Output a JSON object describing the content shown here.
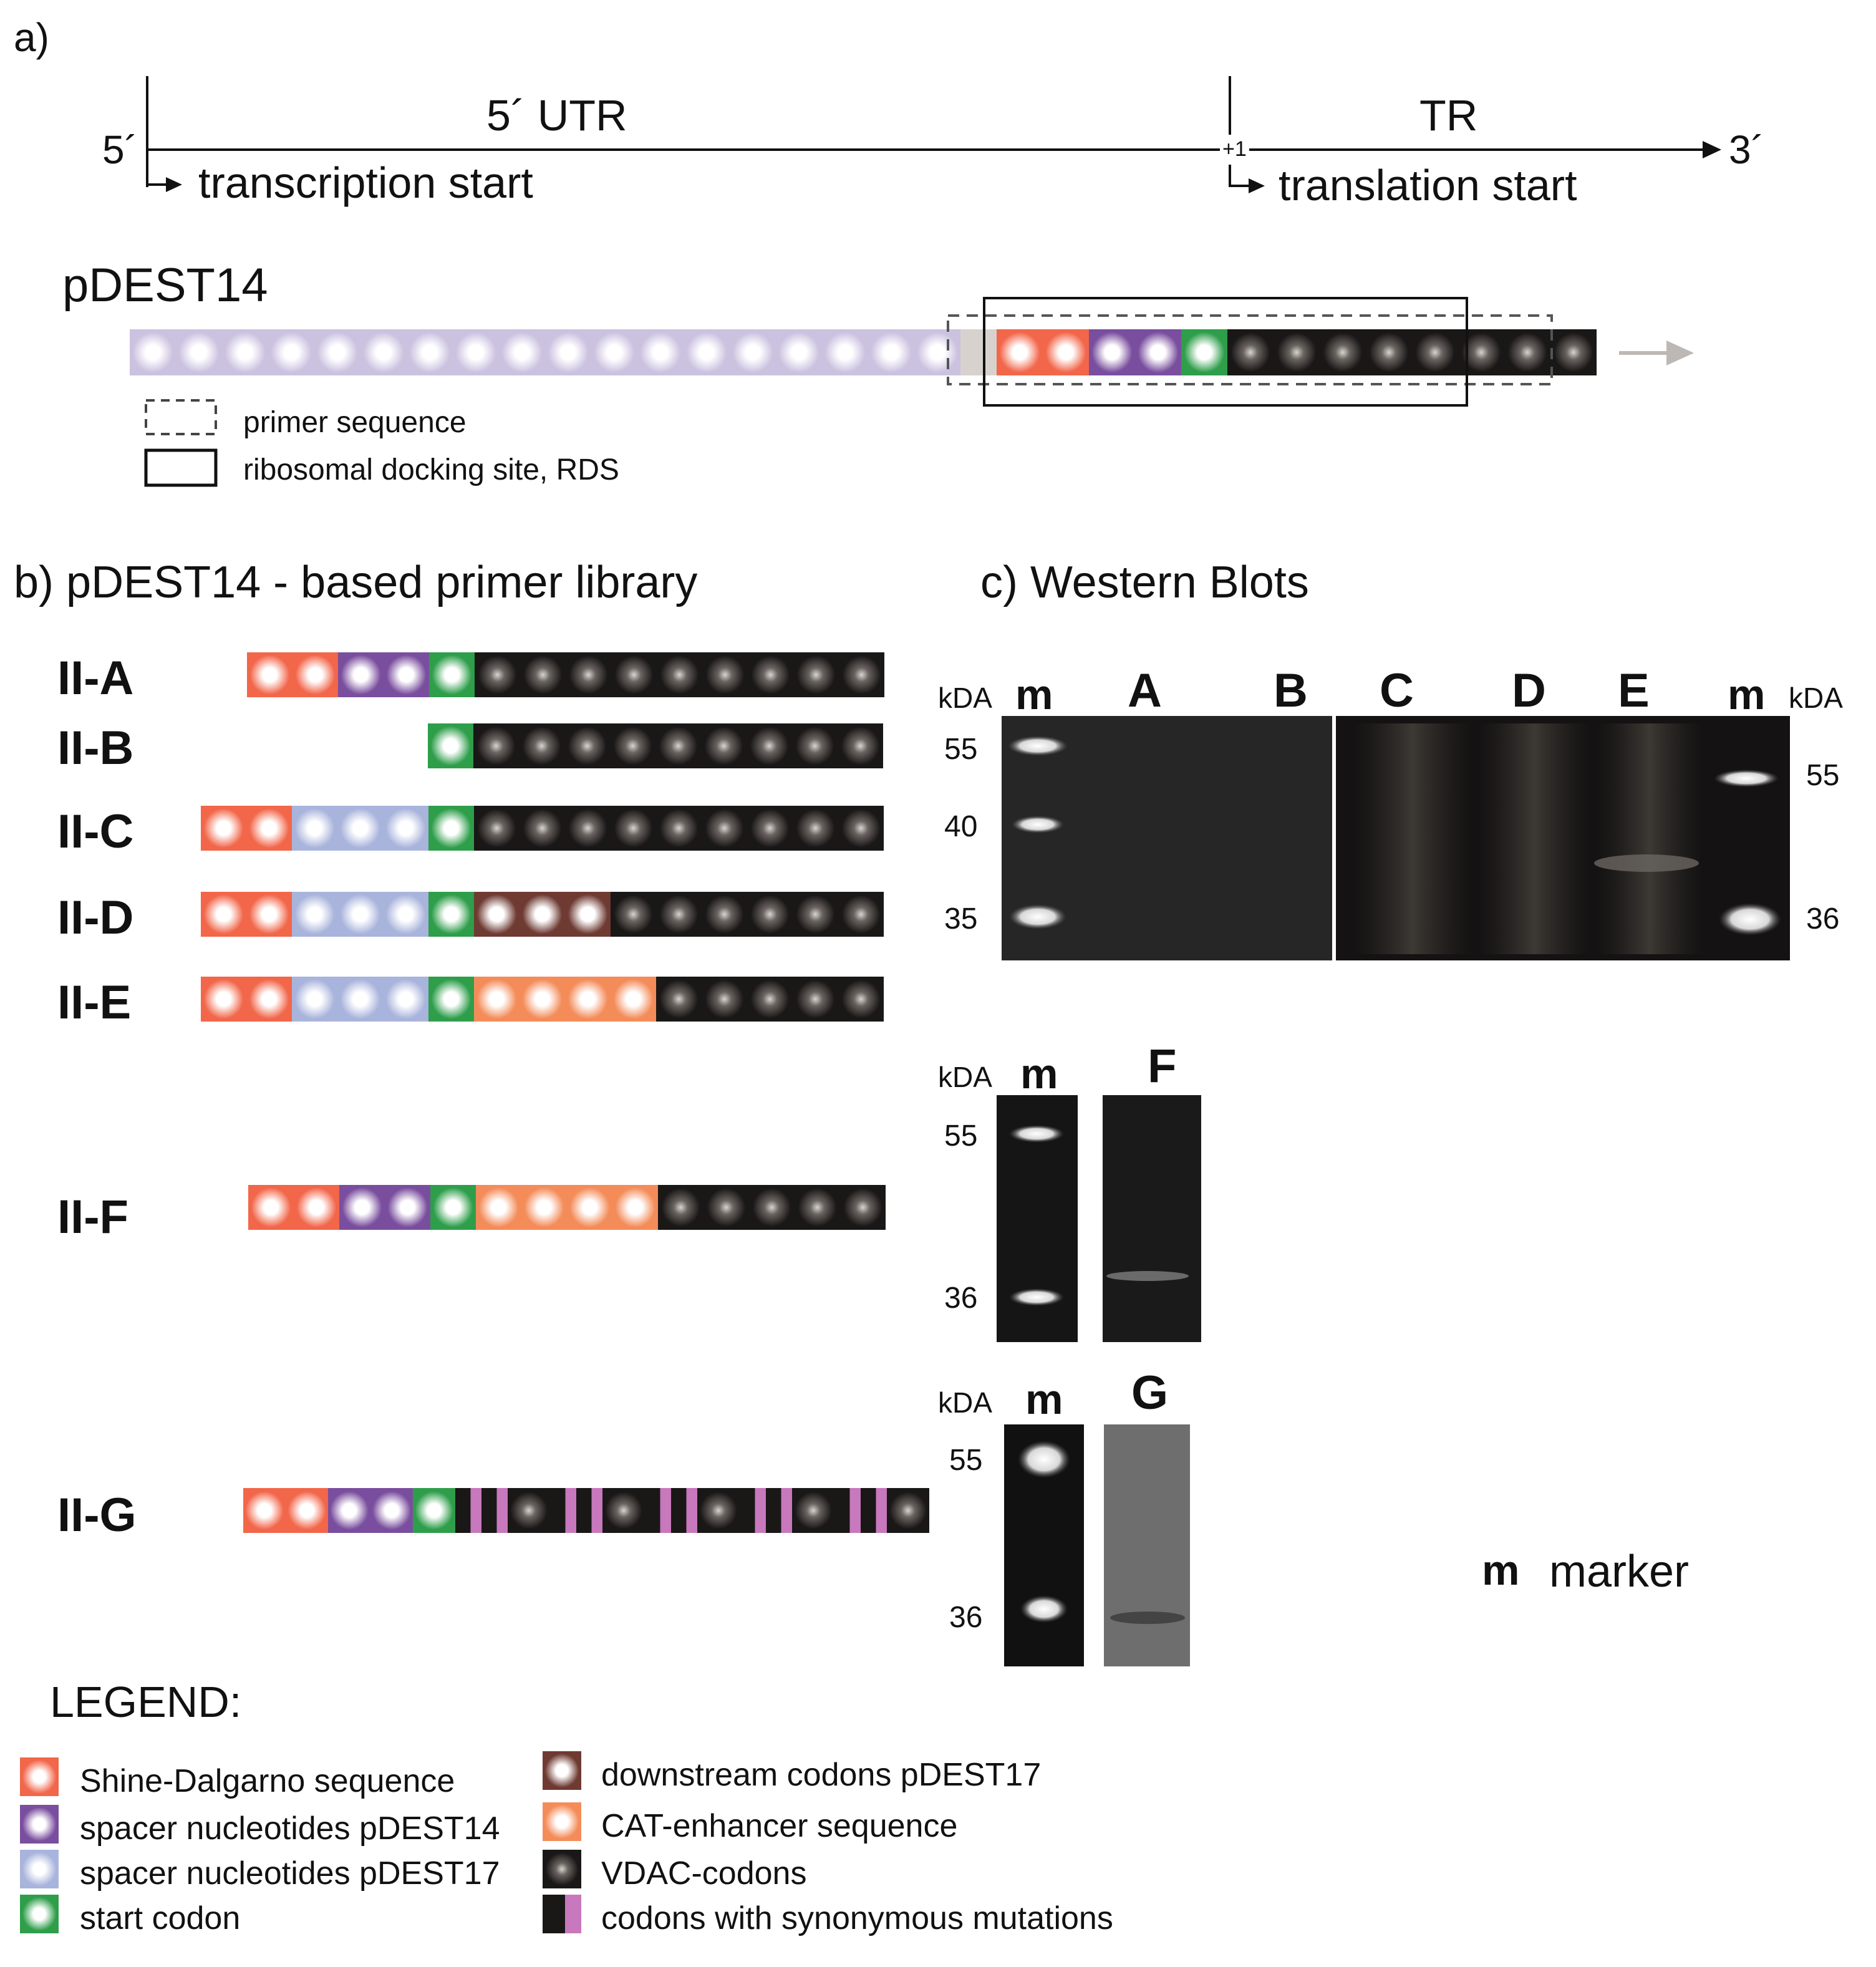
{
  "panel_a": {
    "label": "a)",
    "five_prime": "5´",
    "three_prime": "3´",
    "utr": "5´ UTR",
    "tr": "TR",
    "plus_one": "+1",
    "transcription_start": "transcription start",
    "translation_start": "translation start",
    "construct": "pDEST14",
    "construct_track": [
      "L",
      "L",
      "L",
      "L",
      "L",
      "L",
      "L",
      "L",
      "L",
      "L",
      "L",
      "L",
      "L",
      "L",
      "L",
      "L",
      "L",
      "L",
      "P",
      "S",
      "S",
      "M",
      "M",
      "G",
      "V",
      "V",
      "V",
      "V",
      "V",
      "V",
      "V",
      "V"
    ],
    "key_primer": "primer sequence",
    "key_rds": "ribosomal docking site, RDS"
  },
  "panel_b": {
    "title": "b) pDEST14 - based primer library",
    "rows": [
      {
        "label": "II-A",
        "segments": [
          "S",
          "S",
          "M",
          "M",
          "G",
          "V",
          "V",
          "V",
          "V",
          "V",
          "V",
          "V",
          "V",
          "V"
        ]
      },
      {
        "label": "II-B",
        "segments": [
          "G",
          "V",
          "V",
          "V",
          "V",
          "V",
          "V",
          "V",
          "V",
          "V"
        ]
      },
      {
        "label": "II-C",
        "segments": [
          "S",
          "S",
          "L",
          "L",
          "L",
          "G",
          "V",
          "V",
          "V",
          "V",
          "V",
          "V",
          "V",
          "V",
          "V"
        ]
      },
      {
        "label": "II-D",
        "segments": [
          "S",
          "S",
          "L",
          "L",
          "L",
          "G",
          "D",
          "D",
          "D",
          "V",
          "V",
          "V",
          "V",
          "V",
          "V"
        ]
      },
      {
        "label": "II-E",
        "segments": [
          "S",
          "S",
          "L",
          "L",
          "L",
          "G",
          "C",
          "C",
          "C",
          "C",
          "V",
          "V",
          "V",
          "V",
          "V"
        ]
      },
      {
        "label": "II-F",
        "segments": [
          "S",
          "S",
          "M",
          "M",
          "G",
          "C",
          "C",
          "C",
          "C",
          "V",
          "V",
          "V",
          "V",
          "V"
        ]
      },
      {
        "label": "II-G",
        "segments": [
          "S",
          "S",
          "M",
          "M",
          "G",
          "K",
          "K",
          "V",
          "K",
          "K",
          "V",
          "K",
          "K",
          "V",
          "K",
          "K",
          "V",
          "K",
          "K",
          "V"
        ]
      }
    ]
  },
  "panel_c": {
    "title": "c) Western Blots",
    "unit": "kDA",
    "marker_lane": "m",
    "blot1": {
      "lanes": [
        "A",
        "B",
        "C",
        "D",
        "E"
      ],
      "left_marks": [
        "55",
        "40",
        "35"
      ],
      "right_marks": [
        "55",
        "36"
      ]
    },
    "blot2": {
      "lane": "F",
      "marks": [
        "55",
        "36"
      ]
    },
    "blot3": {
      "lane": "G",
      "marks": [
        "55",
        "36"
      ]
    },
    "marker_key_symbol": "m",
    "marker_key_text": "marker"
  },
  "legend": {
    "title": "LEGEND:",
    "items": [
      {
        "key": "S",
        "label": "Shine-Dalgarno sequence"
      },
      {
        "key": "M",
        "label": "spacer nucleotides pDEST14"
      },
      {
        "key": "L",
        "label": "spacer nucleotides pDEST17"
      },
      {
        "key": "G",
        "label": "start codon"
      },
      {
        "key": "D",
        "label": "downstream codons pDEST17"
      },
      {
        "key": "C",
        "label": "CAT-enhancer sequence"
      },
      {
        "key": "V",
        "label": "VDAC-codons"
      },
      {
        "key": "K",
        "label": "codons with synonymous mutations"
      }
    ]
  },
  "colors": {
    "S": "#f2664a",
    "M": "#7a4e9e",
    "L": "#a9b4dc",
    "G": "#2e9e4a",
    "D": "#6e3a32",
    "C": "#f48c5a",
    "V": "#1a1717",
    "K": "#c878bc",
    "P": "#d7d2ce",
    "light_track": "#cbc2e0",
    "arrow_grey": "#bdb8b4"
  }
}
